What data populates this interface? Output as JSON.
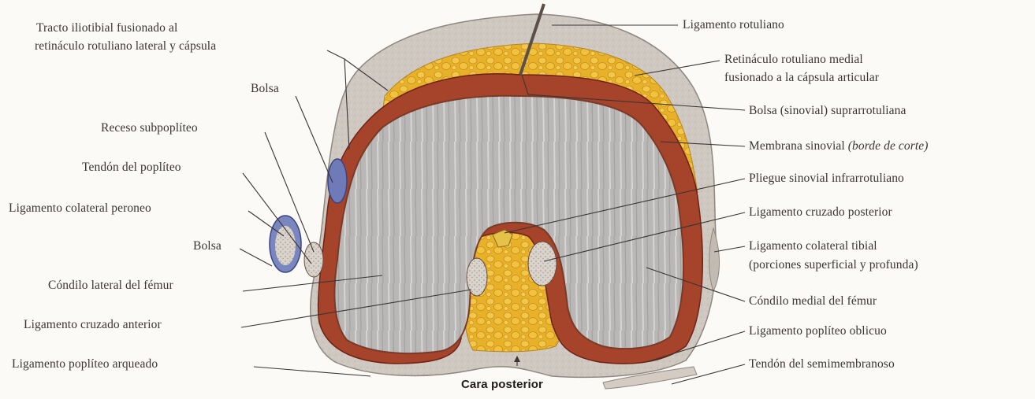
{
  "diagram": {
    "labels_left": {
      "tracto_line1": "Tracto iliotibial fusionado al",
      "tracto_line2": "retináculo rotuliano lateral y cápsula",
      "bolsa_top": "Bolsa",
      "receso": "Receso subpoplíteo",
      "tendon_popliteo": "Tendón del poplíteo",
      "lig_colateral_peroneo": "Ligamento colateral peroneo",
      "bolsa_bottom": "Bolsa",
      "condilo_lateral": "Cóndilo lateral del fémur",
      "lig_cruzado_anterior": "Ligamento cruzado anterior",
      "lig_popliteo_arqueado": "Ligamento poplíteo arqueado"
    },
    "labels_right": {
      "lig_rotuliano": "Ligamento rotuliano",
      "retinaculo_line1": "Retináculo rotuliano medial",
      "retinaculo_line2": "fusionado a la cápsula articular",
      "bolsa_suprarrotuliana": "Bolsa (sinovial) suprarrotuliana",
      "membrana_main": "Membrana sinovial ",
      "membrana_italic": "(borde de corte)",
      "pliegue": "Pliegue sinovial infrarrotuliano",
      "lig_cruzado_posterior": "Ligamento cruzado posterior",
      "lig_colateral_tibial_line1": "Ligamento colateral tibial",
      "lig_colateral_tibial_line2": "(porciones superficial y profunda)",
      "condilo_medial": "Cóndilo medial del fémur",
      "lig_popliteo_oblicuo": "Ligamento poplíteo oblicuo",
      "tendon_semimembranoso": "Tendón del semimembranoso"
    },
    "bottom_label": "Cara posterior",
    "colors": {
      "capsule": "#c9c2bb",
      "fat": "#e8b42c",
      "synovial": "#a8412a",
      "bone": "#b5b3b0",
      "bursa": "#5d6aa8"
    }
  }
}
